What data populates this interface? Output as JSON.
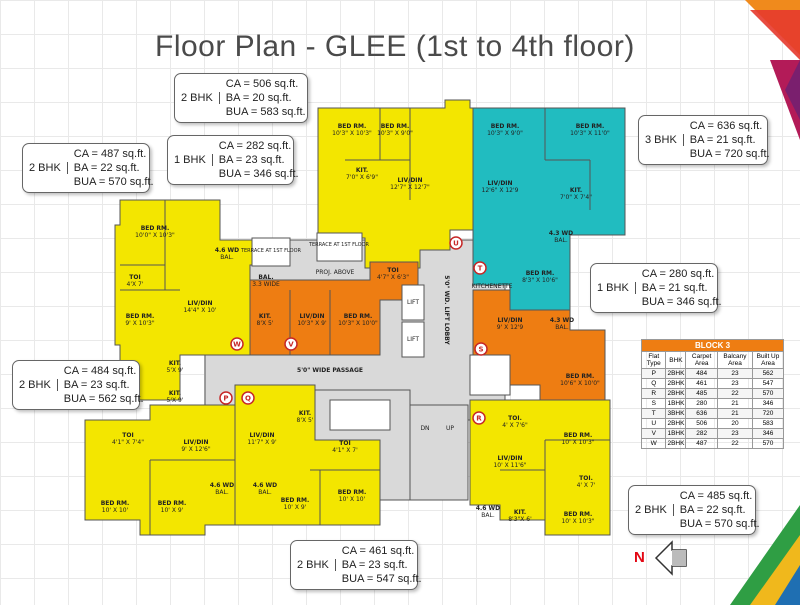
{
  "title": "Floor Plan - GLEE (1st to 4th floor)",
  "info_boxes": [
    {
      "id": "top-center",
      "bhk": "2 BHK",
      "ca": "CA = 506 sq.ft.",
      "ba": "BA = 20 sq.ft.",
      "bua": "BUA = 583 sq.ft."
    },
    {
      "id": "mid-center",
      "bhk": "1 BHK",
      "ca": "CA = 282 sq.ft.",
      "ba": "BA = 23 sq.ft.",
      "bua": "BUA = 346 sq.ft."
    },
    {
      "id": "top-left",
      "bhk": "2 BHK",
      "ca": "CA = 487 sq.ft.",
      "ba": "BA = 22 sq.ft.",
      "bua": "BUA = 570 sq.ft."
    },
    {
      "id": "top-right",
      "bhk": "3 BHK",
      "ca": "CA = 636 sq.ft.",
      "ba": "BA = 21 sq.ft.",
      "bua": "BUA = 720 sq.ft."
    },
    {
      "id": "mid-right",
      "bhk": "1 BHK",
      "ca": "CA = 280 sq.ft.",
      "ba": "BA = 21 sq.ft.",
      "bua": "BUA = 346 sq.ft."
    },
    {
      "id": "mid-left",
      "bhk": "2 BHK",
      "ca": "CA = 484 sq.ft.",
      "ba": "BA = 23 sq.ft.",
      "bua": "BUA = 562 sq.ft."
    },
    {
      "id": "bottom-center",
      "bhk": "2 BHK",
      "ca": "CA = 461 sq.ft.",
      "ba": "BA = 23 sq.ft.",
      "bua": "BUA = 547 sq.ft."
    },
    {
      "id": "bottom-right",
      "bhk": "2 BHK",
      "ca": "CA = 485 sq.ft.",
      "ba": "BA = 22 sq.ft.",
      "bua": "BUA = 570 sq.ft."
    }
  ],
  "block_table": {
    "caption": "BLOCK 3",
    "headers": [
      "Flat Type",
      "BHK",
      "Carpet Area",
      "Balcany Area",
      "Built Up Area"
    ],
    "rows": [
      [
        "P",
        "2BHK",
        "484",
        "23",
        "562"
      ],
      [
        "Q",
        "2BHK",
        "461",
        "23",
        "547"
      ],
      [
        "R",
        "2BHK",
        "485",
        "22",
        "570"
      ],
      [
        "S",
        "1BHK",
        "280",
        "21",
        "346"
      ],
      [
        "T",
        "3BHK",
        "636",
        "21",
        "720"
      ],
      [
        "U",
        "2BHK",
        "506",
        "20",
        "583"
      ],
      [
        "V",
        "1BHK",
        "282",
        "23",
        "346"
      ],
      [
        "W",
        "2BHK",
        "487",
        "22",
        "570"
      ]
    ]
  },
  "north_label": "N",
  "plan_labels": {
    "passage": "5'0\" WIDE PASSAGE",
    "lift_lobby": "5'0\" WD. LIFT LOBBY",
    "terrace_1": "TERRACE AT 1ST FLOOR",
    "terrace_2": "TERRACE AT 1ST FLOOR",
    "proj_above": "PROJ. ABOVE",
    "kitchenette": "KITCHENETTE",
    "dn": "DN",
    "up": "UP",
    "lift": "LIFT",
    "markers": [
      "U",
      "T",
      "S",
      "R",
      "Q",
      "P",
      "W",
      "V"
    ]
  },
  "rooms": [
    {
      "name": "BED RM.",
      "dim": "10'3\" X 10'3\""
    },
    {
      "name": "BED RM.",
      "dim": "10'3\" X 9'0\""
    },
    {
      "name": "LIV/DIN",
      "dim": "12'7\" X 12'7\""
    },
    {
      "name": "KIT.",
      "dim": "7'0\" X 6'9\""
    },
    {
      "name": "BED RM.",
      "dim": "10'3\" X 9'0\""
    },
    {
      "name": "BED RM.",
      "dim": "10'3\" X 11'0\""
    },
    {
      "name": "LIV/DIN",
      "dim": "12'6\" X 12'9"
    },
    {
      "name": "KIT.",
      "dim": "7'0\" X 7'4\""
    },
    {
      "name": "BED RM.",
      "dim": "8'3\" X 10'6\""
    },
    {
      "name": "4.3 WD",
      "dim": "BAL."
    },
    {
      "name": "BED RM.",
      "dim": "10'0\" X 10'3\""
    },
    {
      "name": "TOI",
      "dim": "4'X 7'"
    },
    {
      "name": "BED RM.",
      "dim": "9' X 10'3\""
    },
    {
      "name": "LIV/DIN",
      "dim": "14'4\" X 10'"
    },
    {
      "name": "4.6 WD",
      "dim": "BAL."
    },
    {
      "name": "KIT.",
      "dim": "5'X 9'"
    },
    {
      "name": "KIT.",
      "dim": "5'X 9'"
    },
    {
      "name": "BAL.",
      "dim": "3.3 WIDE"
    },
    {
      "name": "KIT.",
      "dim": "8'X 5'"
    },
    {
      "name": "LIV/DIN",
      "dim": "10'3\" X 9'"
    },
    {
      "name": "BED RM.",
      "dim": "10'3\" X 10'0\""
    },
    {
      "name": "TOI",
      "dim": "4'7\" X 6'3\""
    },
    {
      "name": "LIV/DIN",
      "dim": "9' X 12'9"
    },
    {
      "name": "4.3 WD",
      "dim": "BAL."
    },
    {
      "name": "BED RM.",
      "dim": "10'6\" X 10'0\""
    },
    {
      "name": "TOI",
      "dim": "4'1\" X 7'4\""
    },
    {
      "name": "LIV/DIN",
      "dim": "9' X 12'6\""
    },
    {
      "name": "BED RM.",
      "dim": "10' X 10'"
    },
    {
      "name": "BED RM.",
      "dim": "10' X 9'"
    },
    {
      "name": "4.6 WD",
      "dim": "BAL."
    },
    {
      "name": "LIV/DIN",
      "dim": "11'7\" X 9'"
    },
    {
      "name": "KIT.",
      "dim": "8'X 5'"
    },
    {
      "name": "TOI",
      "dim": "4'1\" X 7'"
    },
    {
      "name": "4.6 WD",
      "dim": "BAL."
    },
    {
      "name": "BED RM.",
      "dim": "10' X 9'"
    },
    {
      "name": "BED RM.",
      "dim": "10' X 10'"
    },
    {
      "name": "TOI.",
      "dim": "4' X 7'6\""
    },
    {
      "name": "BED RM.",
      "dim": "10' X 10'3\""
    },
    {
      "name": "LIV/DIN",
      "dim": "10' X 11'6\""
    },
    {
      "name": "TOI.",
      "dim": "4' X 7'"
    },
    {
      "name": "KIT.",
      "dim": "8'3\"X 6'"
    },
    {
      "name": "4.6 WD",
      "dim": "BAL."
    },
    {
      "name": "BED RM.",
      "dim": "10' X 10'3\""
    }
  ]
}
